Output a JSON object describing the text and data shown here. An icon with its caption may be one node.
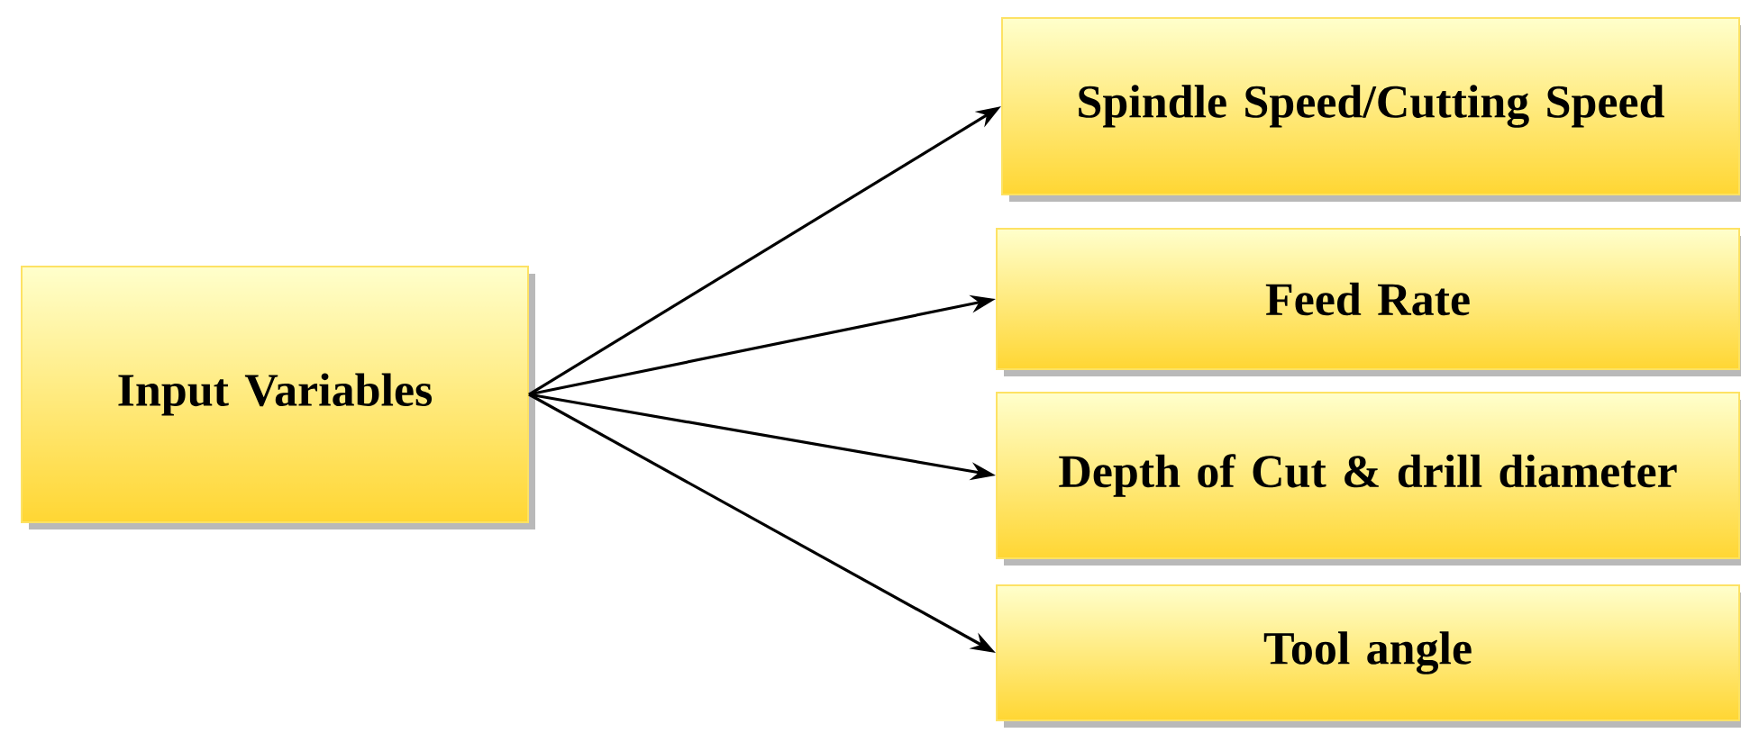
{
  "diagram": {
    "nodes": [
      {
        "text": [
          "Input Variables"
        ]
      },
      {
        "text": [
          "Spindle Speed/Cutting Speed"
        ]
      },
      {
        "text": [
          "Feed Rate"
        ]
      },
      {
        "text": [
          "Depth of Cut & drill diameter"
        ]
      },
      {
        "text": [
          "Tool angle"
        ]
      }
    ],
    "edges": [
      {
        "from": 0,
        "to": 1,
        "arrow": "to"
      },
      {
        "from": 0,
        "to": 2,
        "arrow": "to"
      },
      {
        "from": 0,
        "to": 3,
        "arrow": "to"
      },
      {
        "from": 0,
        "to": 4,
        "arrow": "to"
      }
    ]
  }
}
